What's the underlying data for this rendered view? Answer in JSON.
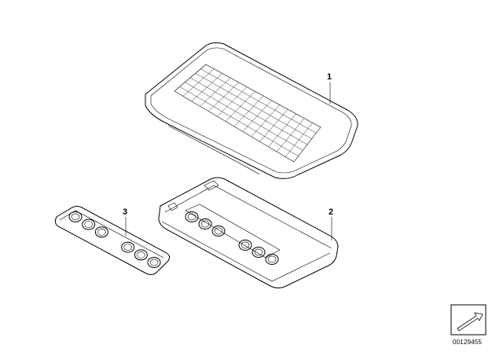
{
  "callouts": {
    "part1": "1",
    "part2": "2",
    "part3": "3"
  },
  "document_id": "00129455"
}
